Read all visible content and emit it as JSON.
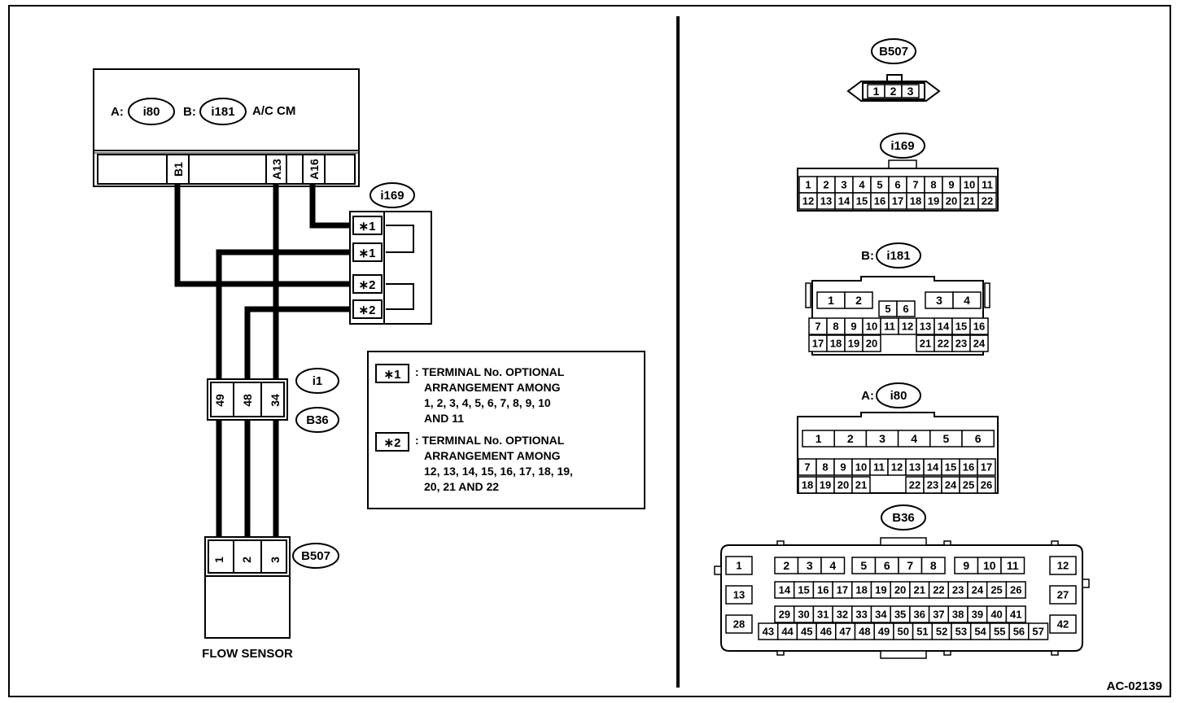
{
  "module": {
    "title": "A/C CM",
    "prefix_a": "A:",
    "prefix_b": "B:",
    "conn_a": "i80",
    "conn_b": "i181"
  },
  "module_terminals": [
    "B1",
    "A13",
    "A16"
  ],
  "i169_label": "i169",
  "i169_pins": [
    "∗1",
    "∗1",
    "∗2",
    "∗2"
  ],
  "joint": {
    "top": "i1",
    "bottom": "B36",
    "pins": [
      "49",
      "48",
      "34"
    ]
  },
  "sensor": {
    "conn": "B507",
    "pins": [
      "1",
      "2",
      "3"
    ],
    "name": "FLOW SENSOR"
  },
  "legend": [
    {
      "key": "∗1",
      "lines": [
        ": TERMINAL No. OPTIONAL",
        "ARRANGEMENT AMONG",
        "1, 2, 3, 4, 5, 6, 7, 8, 9, 10",
        "AND 11"
      ]
    },
    {
      "key": "∗2",
      "lines": [
        ": TERMINAL No. OPTIONAL",
        "ARRANGEMENT AMONG",
        "12, 13, 14, 15, 16, 17, 18, 19,",
        "20, 21 AND 22"
      ]
    }
  ],
  "connectors": {
    "b507": {
      "label": "B507",
      "pins": [
        "1",
        "2",
        "3"
      ]
    },
    "i169": {
      "label": "i169",
      "row1": [
        "1",
        "2",
        "3",
        "4",
        "5",
        "6",
        "7",
        "8",
        "9",
        "10",
        "11"
      ],
      "row2": [
        "12",
        "13",
        "14",
        "15",
        "16",
        "17",
        "18",
        "19",
        "20",
        "21",
        "22"
      ]
    },
    "i181": {
      "prefix": "B:",
      "label": "i181",
      "top_left": [
        "1",
        "2"
      ],
      "top_mid": [
        "5",
        "6"
      ],
      "top_right": [
        "3",
        "4"
      ],
      "row1": [
        "7",
        "8",
        "9",
        "10",
        "11",
        "12",
        "13",
        "14",
        "15",
        "16"
      ],
      "row2_left": [
        "17",
        "18",
        "19",
        "20"
      ],
      "row2_right": [
        "21",
        "22",
        "23",
        "24"
      ]
    },
    "i80": {
      "prefix": "A:",
      "label": "i80",
      "top": [
        "1",
        "2",
        "3",
        "4",
        "5",
        "6"
      ],
      "row1": [
        "7",
        "8",
        "9",
        "10",
        "11",
        "12",
        "13",
        "14",
        "15",
        "16",
        "17"
      ],
      "row2_left": [
        "18",
        "19",
        "20",
        "21"
      ],
      "row2_right": [
        "22",
        "23",
        "24",
        "25",
        "26"
      ]
    },
    "b36": {
      "label": "B36",
      "side_left": [
        "1",
        "13",
        "28"
      ],
      "side_right": [
        "12",
        "27",
        "42"
      ],
      "g1a": [
        "2",
        "3",
        "4"
      ],
      "g1b": [
        "5",
        "6",
        "7",
        "8"
      ],
      "g1c": [
        "9",
        "10",
        "11"
      ],
      "g2": [
        "14",
        "15",
        "16",
        "17",
        "18",
        "19",
        "20",
        "21",
        "22",
        "23",
        "24",
        "25",
        "26"
      ],
      "g3": [
        "29",
        "30",
        "31",
        "32",
        "33",
        "34",
        "35",
        "36",
        "37",
        "38",
        "39",
        "40",
        "41"
      ],
      "g4": [
        "43",
        "44",
        "45",
        "46",
        "47",
        "48",
        "49",
        "50",
        "51",
        "52",
        "53",
        "54",
        "55",
        "56",
        "57"
      ]
    }
  },
  "footer_code": "AC-02139"
}
